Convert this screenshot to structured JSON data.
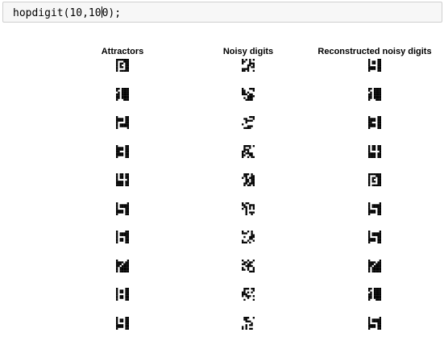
{
  "command": {
    "before_cursor": "hopdigit(10,10",
    "after_cursor": "0);"
  },
  "figure": {
    "columns": [
      {
        "key": "attractors",
        "title": "Attractors",
        "items": [
          "0",
          "1",
          "2",
          "3",
          "4",
          "5",
          "6",
          "7",
          "8",
          "9"
        ]
      },
      {
        "key": "noisy",
        "title": "Noisy digits",
        "items": [
          "noisy",
          "noisy",
          "noisy",
          "noisy",
          "noisy",
          "noisy",
          "noisy",
          "noisy",
          "noisy",
          "noisy"
        ]
      },
      {
        "key": "reconstructed",
        "title": "Reconstructed noisy digits",
        "items": [
          "9",
          "1",
          "3",
          "4",
          "0",
          "5",
          "5",
          "7",
          "1",
          "5"
        ]
      }
    ]
  }
}
